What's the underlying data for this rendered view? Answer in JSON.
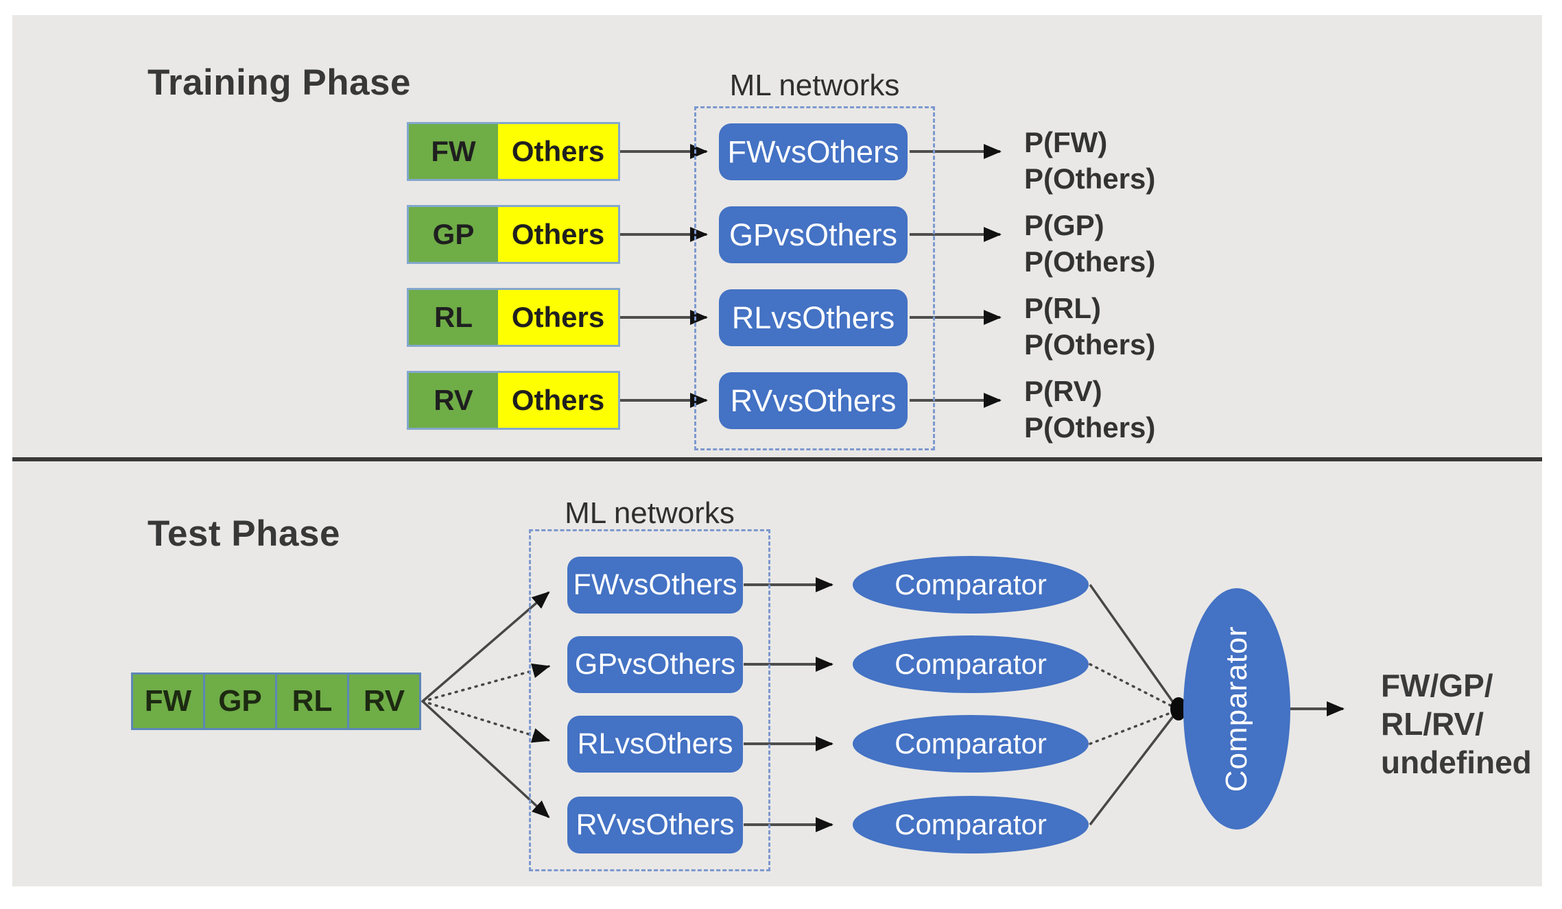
{
  "training": {
    "title": "Training Phase",
    "ml_label": "ML networks",
    "rows": [
      {
        "class_label": "FW",
        "others_label": "Others",
        "network": "FWvsOthers",
        "p_class": "P(FW)",
        "p_others": "P(Others)"
      },
      {
        "class_label": "GP",
        "others_label": "Others",
        "network": "GPvsOthers",
        "p_class": "P(GP)",
        "p_others": "P(Others)"
      },
      {
        "class_label": "RL",
        "others_label": "Others",
        "network": "RLvsOthers",
        "p_class": "P(RL)",
        "p_others": "P(Others)"
      },
      {
        "class_label": "RV",
        "others_label": "Others",
        "network": "RVvsOthers",
        "p_class": "P(RV)",
        "p_others": "P(Others)"
      }
    ]
  },
  "test": {
    "title": "Test Phase",
    "ml_label": "ML networks",
    "segments": [
      "FW",
      "GP",
      "RL",
      "RV"
    ],
    "networks": [
      "FWvsOthers",
      "GPvsOthers",
      "RLvsOthers",
      "RVvsOthers"
    ],
    "comparator_label": "Comparator",
    "final_comparator": "Comparator",
    "output_lines": [
      "FW/GP/",
      "RL/RV/",
      "undefined"
    ]
  },
  "colors": {
    "panel_bg": "#e9e8e6",
    "class_green": "#6fad47",
    "others_yellow": "#feff00",
    "network_blue": "#4472c4",
    "dashed_border_blue": "#7d98cf",
    "line_dark": "#474747"
  }
}
